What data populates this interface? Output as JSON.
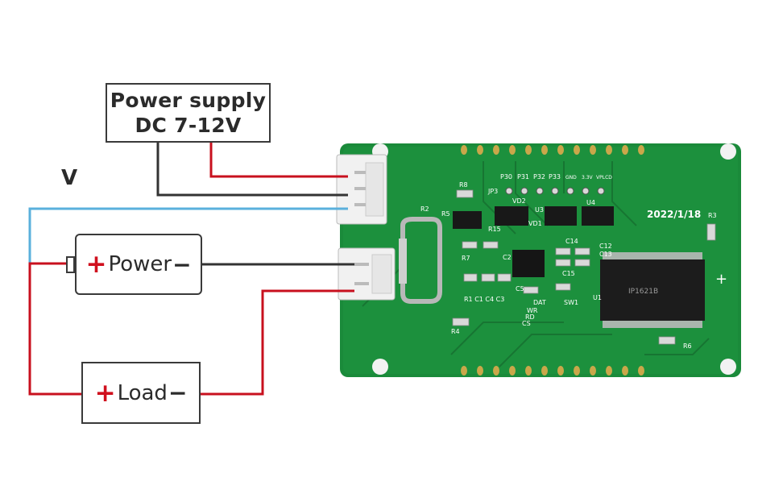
{
  "power_supply": {
    "line1": "Power supply",
    "line2": "DC 7-12V"
  },
  "v_label": "V",
  "power_box": {
    "plus": "+",
    "label": "Power",
    "minus": "−"
  },
  "load_box": {
    "plus": "+",
    "label": "Load",
    "minus": "−"
  },
  "board": {
    "date": "2022/1/18",
    "header_labels": [
      "P30",
      "P31",
      "P32",
      "P33",
      "GND",
      "3.3V",
      "VPLCD"
    ],
    "silk": {
      "jp3": "JP3",
      "r8": "R8",
      "r5": "R5",
      "r2": "R2",
      "r15": "R15",
      "r7": "R7",
      "u3": "U3",
      "u4": "U4",
      "vd2": "VD2",
      "vd1": "VD1",
      "c14": "C14",
      "c12": "C12",
      "c13": "C13",
      "c15": "C15",
      "c2": "C2",
      "r1c1c4c3": "R1 C1 C4 C3",
      "c5": "C5",
      "dat": "DAT",
      "sw1": "SW1",
      "wr": "WR",
      "rd": "RD",
      "cs": "CS",
      "r4": "R4",
      "r3": "R3",
      "r6": "R6",
      "u1": "U1",
      "plus": "+",
      "chip": "IP1621B"
    }
  },
  "colors": {
    "red_wire": "#c8101e",
    "black_wire": "#333333",
    "blue_wire": "#5ab0dc",
    "pcb": "#1a8a3a"
  }
}
